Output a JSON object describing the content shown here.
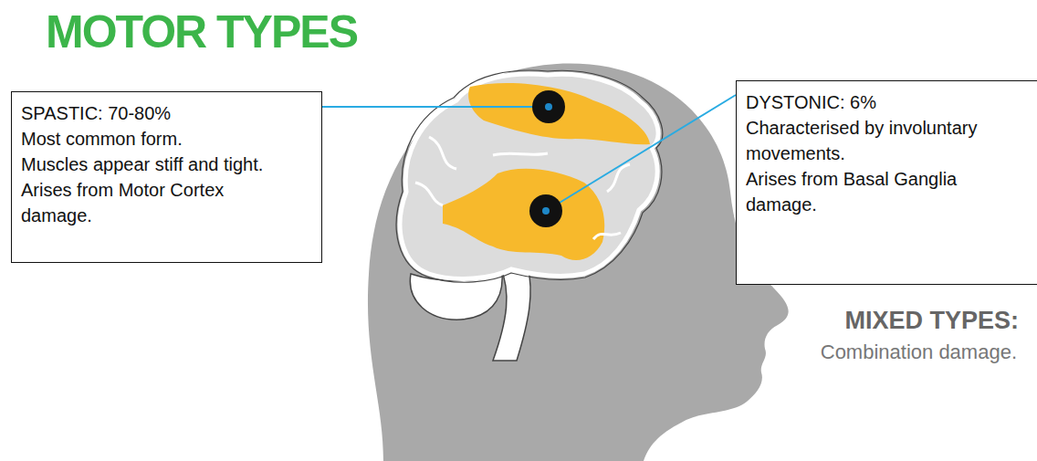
{
  "diagram": {
    "title": "MOTOR TYPES",
    "nodes": [
      {
        "text": [
          "SPASTIC: 70-80%",
          "Most common form.",
          "Muscles appear stiff and tight. Arises from Motor Cortex damage."
        ]
      },
      {
        "text": [
          "DYSTONIC: 6%",
          "Characterised by involuntary movements.",
          "Arises from Basal Ganglia damage."
        ]
      }
    ],
    "labels": [
      "MIXED TYPES:",
      "Combination damage."
    ]
  }
}
